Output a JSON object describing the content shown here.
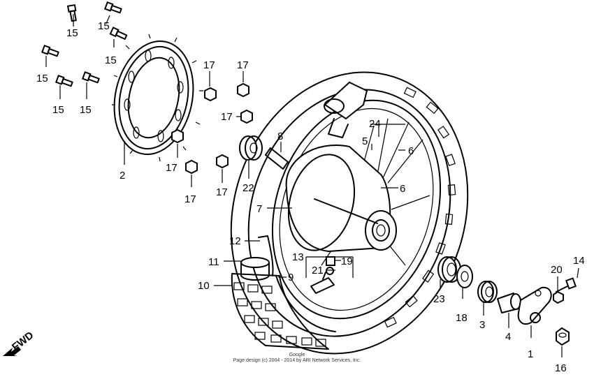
{
  "callouts": {
    "c1": "1",
    "c2": "2",
    "c3": "3",
    "c4": "4",
    "c5": "5",
    "c6a": "6",
    "c6b": "6",
    "c7": "7",
    "c8": "8",
    "c9": "9",
    "c10": "10",
    "c11": "11",
    "c12": "12",
    "c13": "13",
    "c14": "14",
    "c15a": "15",
    "c15b": "15",
    "c15c": "15",
    "c15d": "15",
    "c15e": "15",
    "c15f": "15",
    "c16": "16",
    "c17a": "17",
    "c17b": "17",
    "c17c": "17",
    "c17d": "17",
    "c17e": "17",
    "c17f": "17",
    "c18": "18",
    "c19": "19",
    "c20": "20",
    "c21": "21",
    "c22": "22",
    "c23": "23",
    "c24": "24"
  },
  "direction": "FWD",
  "copyright": {
    "line1": "Google",
    "line2": "Page design (c) 2004 - 2014 by ARI Network Services, Inc."
  }
}
